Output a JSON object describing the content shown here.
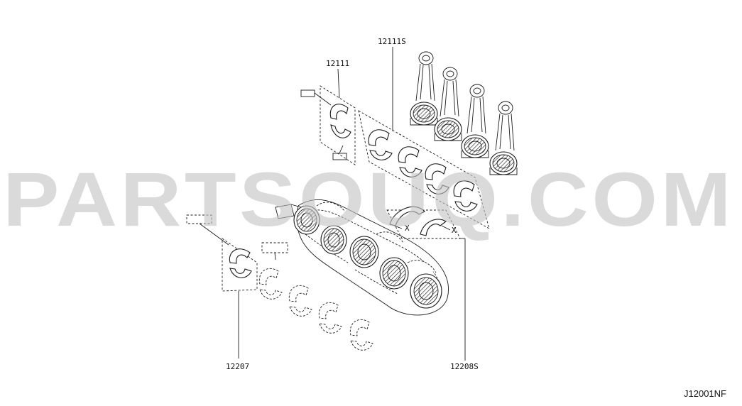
{
  "watermark": "PARTSOUQ.COM",
  "figure_code": "J12001NF",
  "labels": {
    "p12111": "12111",
    "p12111S": "12111S",
    "p12207": "12207",
    "p12208S": "12208S"
  },
  "markers": {
    "thrust_upper": "X",
    "thrust_lower": "X"
  }
}
